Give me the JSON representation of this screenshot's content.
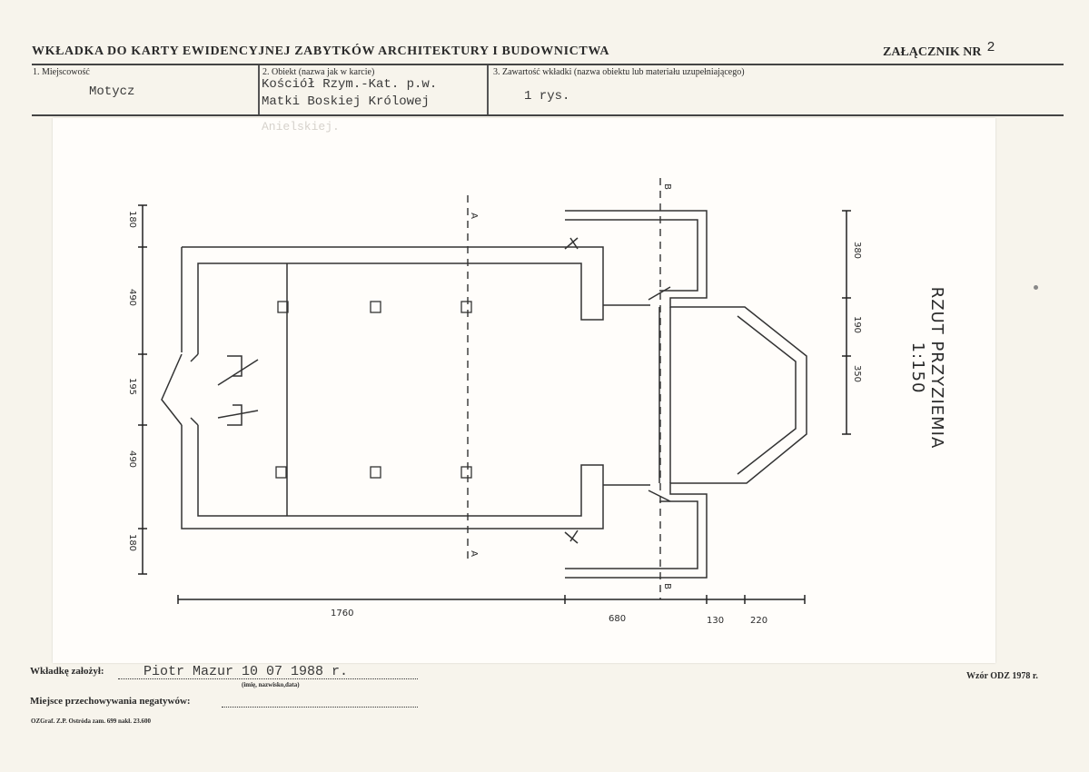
{
  "header": {
    "title": "WKŁADKA DO KARTY EWIDENCYJNEJ ZABYTKÓW ARCHITEKTURY I BUDOWNICTWA",
    "attachment_label": "ZAŁĄCZNIK NR",
    "attachment_number": "2"
  },
  "fields": {
    "locality_label": "1. Miejscowość",
    "locality_value": "Motycz",
    "object_label": "2. Obiekt (nazwa jak w karcie)",
    "object_value_line1": "Kościół Rzym.-Kat. p.w.",
    "object_value_line2": "Matki Boskiej Królowej",
    "object_value_ghost": "Anielskiej.",
    "content_label": "3. Zawartość wkładki (nazwa obiektu lub materiału uzupełniającego)",
    "content_value": "1 rys."
  },
  "drawing": {
    "title": "RZUT PRZYZIEMIA 1:150",
    "section_a": "A",
    "section_b": "B",
    "dims_left": [
      "180",
      "490",
      "195",
      "490",
      "180"
    ],
    "dims_right": [
      "380",
      "190",
      "350"
    ],
    "dims_bottom": [
      "1760",
      "680",
      "130",
      "220"
    ]
  },
  "footer": {
    "created_by_label": "Wkładkę założył:",
    "created_by_value": "Piotr Mazur  10 07 1988 r.",
    "created_by_hint": "(imię, nazwisko,data)",
    "storage_label": "Miejsce przechowywania negatywów:",
    "form_model": "Wzór ODZ 1978 r.",
    "printer": "OZGraf. Z.P. Ostróda zam. 699 nakł. 23.600"
  }
}
